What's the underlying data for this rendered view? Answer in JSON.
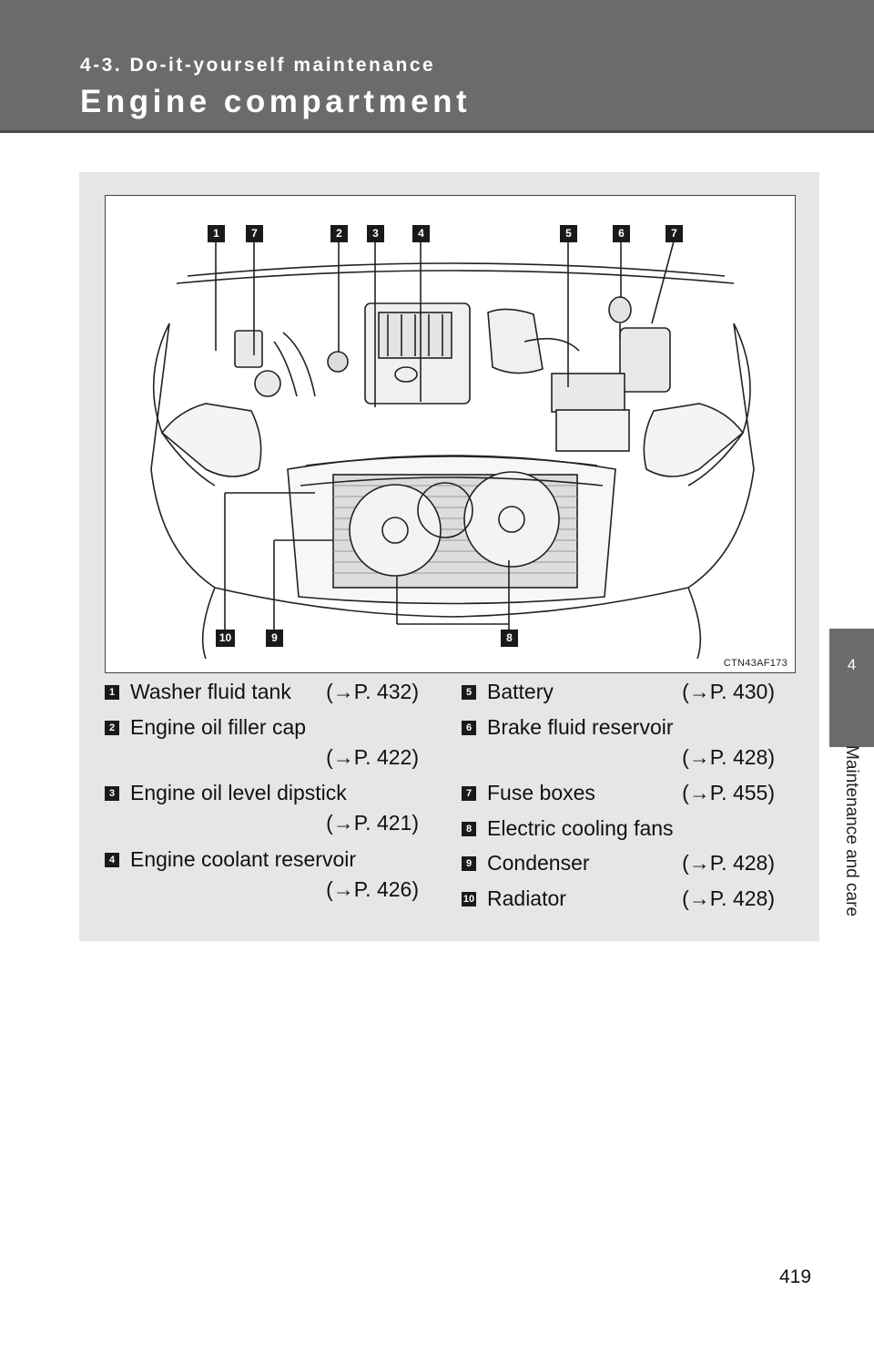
{
  "header": {
    "section": "4-3. Do-it-yourself maintenance",
    "title": "Engine compartment"
  },
  "side_tab": {
    "chapter_number": "4",
    "chapter_label": "Maintenance and care"
  },
  "illustration": {
    "code": "CTN43AF173",
    "callouts_top": [
      "1",
      "7",
      "2",
      "3",
      "4",
      "5",
      "6",
      "7"
    ],
    "callouts_bottom": [
      "10",
      "9",
      "8"
    ]
  },
  "legend": [
    {
      "num": "1",
      "label": "Washer fluid tank",
      "ref": "(→P. 432)"
    },
    {
      "num": "2",
      "label": "Engine oil filler cap",
      "ref": "(→P. 422)"
    },
    {
      "num": "3",
      "label": "Engine oil level dipstick",
      "ref": "(→P. 421)"
    },
    {
      "num": "4",
      "label": "Engine coolant reservoir",
      "ref": "(→P. 426)"
    },
    {
      "num": "5",
      "label": "Battery",
      "ref": "(→P. 430)"
    },
    {
      "num": "6",
      "label": "Brake fluid reservoir",
      "ref": "(→P. 428)"
    },
    {
      "num": "7",
      "label": "Fuse boxes",
      "ref": "(→P. 455)"
    },
    {
      "num": "8",
      "label": "Electric cooling fans",
      "ref": ""
    },
    {
      "num": "9",
      "label": "Condenser",
      "ref": "(→P. 428)"
    },
    {
      "num": "10",
      "label": "Radiator",
      "ref": "(→P. 428)"
    }
  ],
  "page_number": "419"
}
